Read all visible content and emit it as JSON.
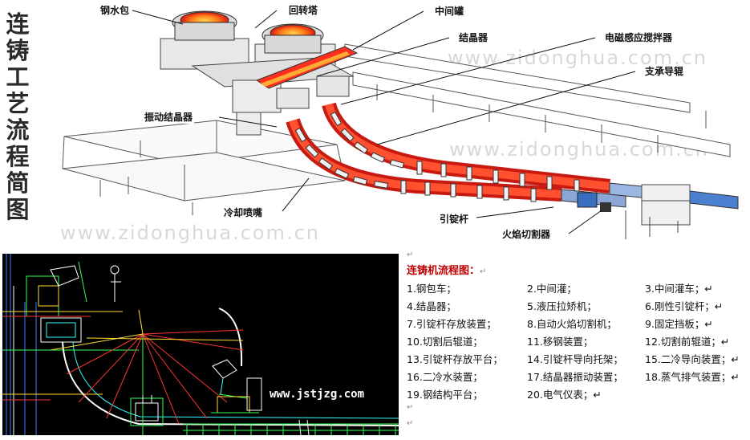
{
  "vertical_title": [
    "连",
    "铸",
    "工",
    "艺",
    "流",
    "程",
    "简",
    "图"
  ],
  "watermarks": [
    "www.zidonghua.com.cn",
    "www.zidonghua.com.cn",
    "www.zidonghua.com.cn"
  ],
  "labels": {
    "ladle": "钢水包",
    "turret": "回转塔",
    "tundish": "中间罐",
    "mold": "结晶器",
    "ems": "电磁感应搅拌器",
    "support_rolls": "支承导辊",
    "oscillating_mold": "振动结晶器",
    "spray": "冷却喷嘴",
    "dummy_bar": "引锭杆",
    "torch_cutter": "火焰切割器"
  },
  "cad_url": "www.jstjzg.com",
  "panel": {
    "title": "连铸机流程图：",
    "mark": "↵",
    "rows": [
      [
        "1.钢包车；",
        "2.中间灌；",
        "3.中间灌车；↵"
      ],
      [
        "4.结晶器；",
        "5.液压拉矫机；",
        "6.刚性引锭杆；↵"
      ],
      [
        "7.引锭杆存放装置；",
        "8.自动火焰切割机；",
        "9.固定挡板；↵"
      ],
      [
        "10.切割后辊道；",
        "11.移钢装置；",
        "12.切割前辊道；↵"
      ],
      [
        "13.引锭杆存放平台；",
        "14.引锭杆导向托架；",
        "15.二冷导向装置；↵"
      ],
      [
        "16.二冷水装置；",
        "17.结晶器振动装置；",
        "18.蒸气排气装置；↵"
      ],
      [
        "19.钢结构平台；",
        "20.电气仪表；↵",
        ""
      ]
    ]
  }
}
